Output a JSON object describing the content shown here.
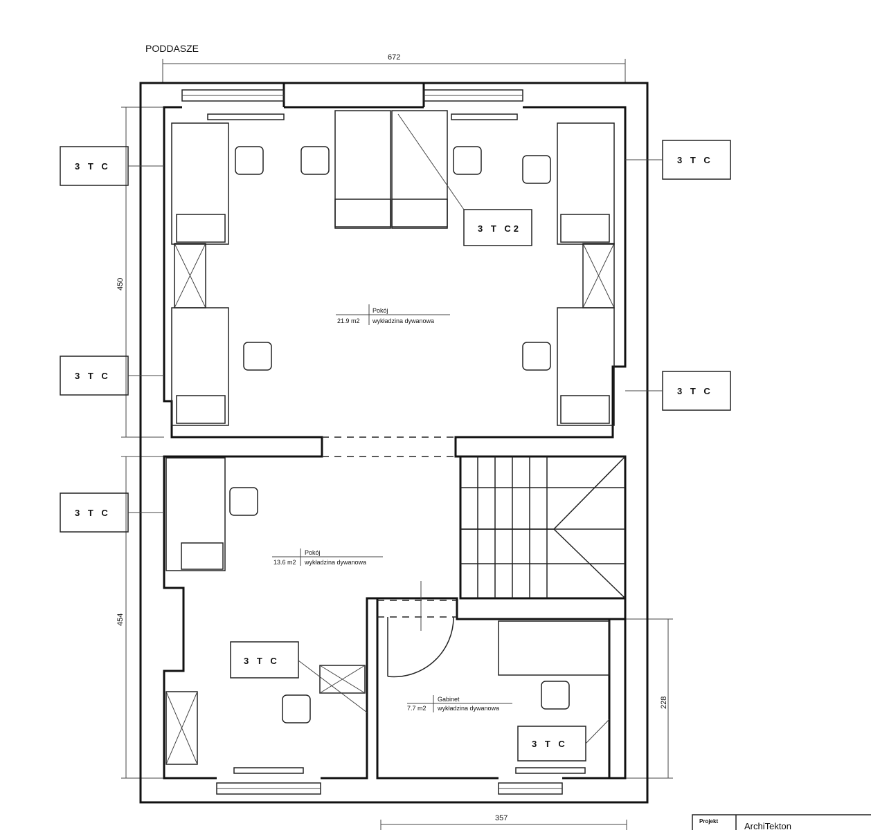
{
  "plan_title": "PODDASZE",
  "dimensions": {
    "top": "672",
    "left_upper": "450",
    "left_lower": "454",
    "right": "228",
    "bottom": "357"
  },
  "rooms": [
    {
      "name": "Pokój",
      "area": "21.9 m2",
      "finish": "wykładzina dywanowa"
    },
    {
      "name": "Pokój",
      "area": "13.6 m2",
      "finish": "wykładzina dywanowa"
    },
    {
      "name": "Gabinet",
      "area": "7.7 m2",
      "finish": "wykładzina dywanowa"
    }
  ],
  "outlets": [
    {
      "label": "3 T C"
    },
    {
      "label": "3 T C"
    },
    {
      "label": "3 T C"
    },
    {
      "label": "3 T C"
    },
    {
      "label": "3 T C"
    },
    {
      "label": "3 T C2"
    },
    {
      "label": "3 T C"
    },
    {
      "label": "3 T C"
    }
  ],
  "title_block": {
    "field_label": "Projekt",
    "field_value": "ArchiTekton"
  }
}
